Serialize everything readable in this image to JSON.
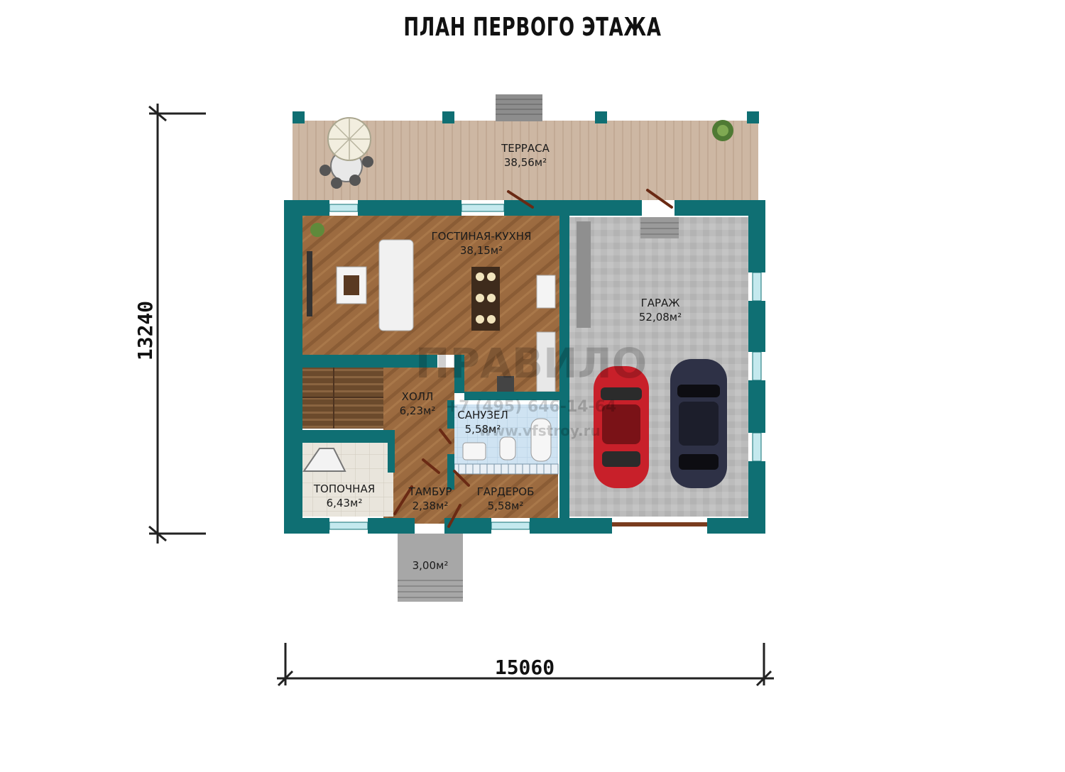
{
  "title": "ПЛАН ПЕРВОГО ЭТАЖА",
  "dimensions": {
    "height": "13240",
    "width": "15060"
  },
  "rooms": [
    {
      "id": "terrace",
      "name": "ТЕРРАСА",
      "area": "38,56м²"
    },
    {
      "id": "living",
      "name": "ГОСТИНАЯ-КУХНЯ",
      "area": "38,15м²"
    },
    {
      "id": "garage",
      "name": "ГАРАЖ",
      "area": "52,08м²"
    },
    {
      "id": "hall",
      "name": "ХОЛЛ",
      "area": "6,23м²"
    },
    {
      "id": "bathroom",
      "name": "САНУЗЕЛ",
      "area": "5,58м²"
    },
    {
      "id": "boiler",
      "name": "ТОПОЧНАЯ",
      "area": "6,43м²"
    },
    {
      "id": "vestibule",
      "name": "ТАМБУР",
      "area": "2,38м²"
    },
    {
      "id": "wardrobe",
      "name": "ГАРДЕРОБ",
      "area": "5,58м²"
    },
    {
      "id": "porch",
      "name": "",
      "area": "3,00м²"
    }
  ],
  "watermark": {
    "brand": "ПРАВИЛО",
    "phone": "+7 (495) 646-14-64",
    "site": "www.vfstroy.ru"
  },
  "colors": {
    "wall": "#0f6f73",
    "wood": "#9a6a3f",
    "terrace": "#cdb7a3",
    "garage_floor": "#b9b9b9",
    "tile": "#e6e2da",
    "window": "#bfe6ea"
  }
}
